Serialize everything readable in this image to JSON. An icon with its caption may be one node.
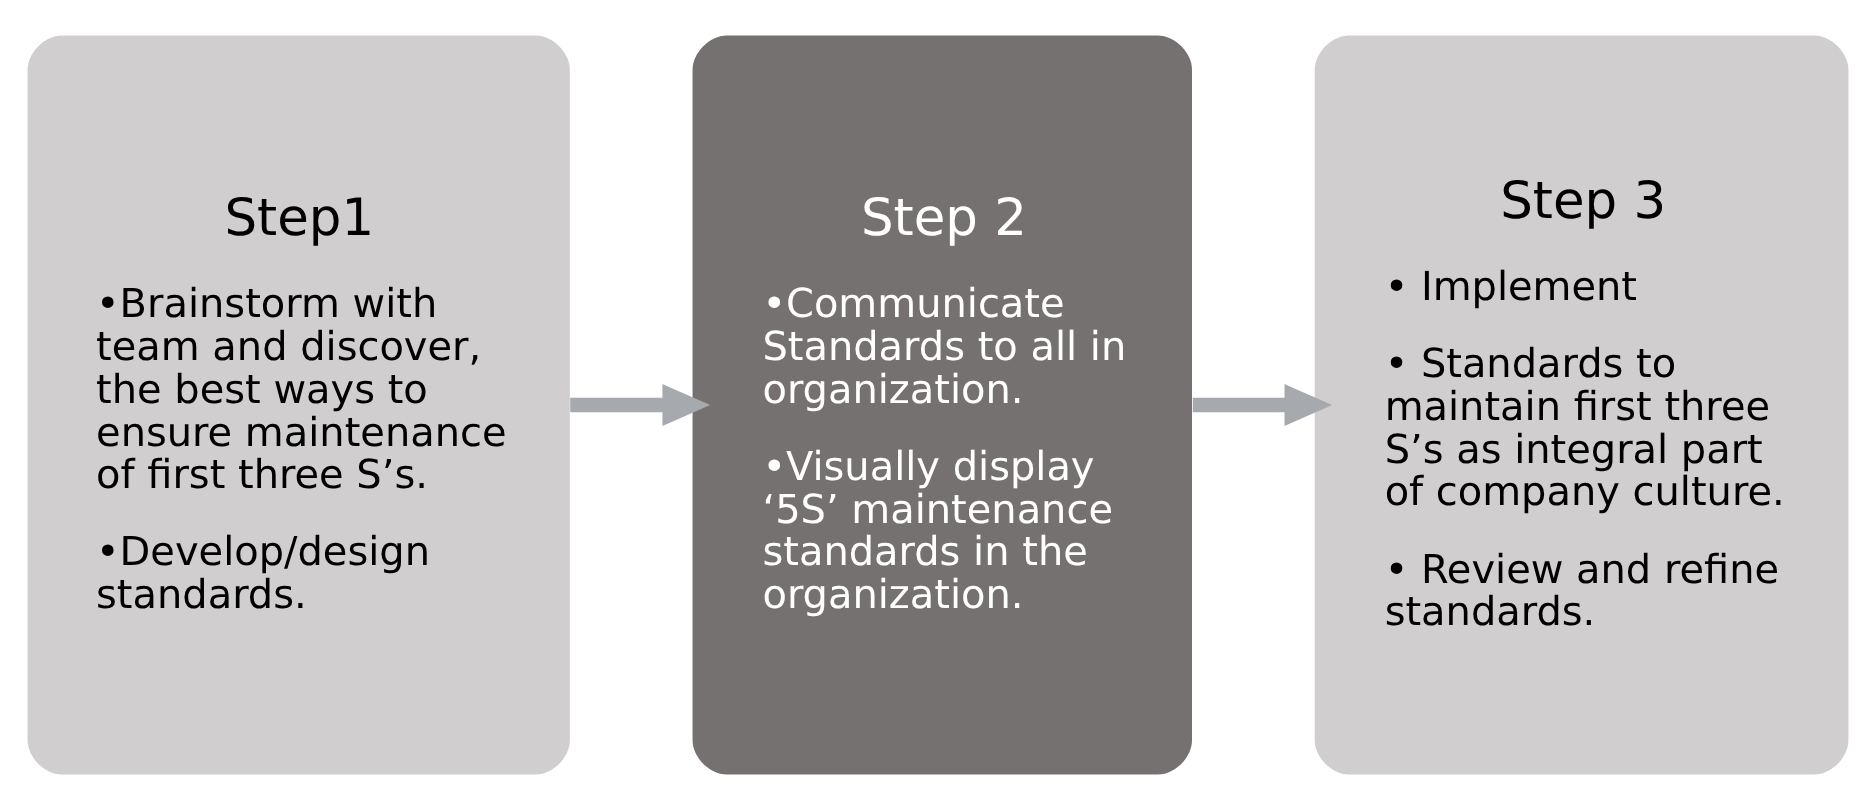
{
  "diagram": {
    "nodes": [
      {
        "text": [
          "Step1",
          "•Brainstorm with team and discover, the best ways to ensure maintenance of first three S’s.",
          "•Develop/design standards."
        ]
      },
      {
        "text": [
          "Step 2",
          "•Communicate Standards to all in organization.",
          "•Visually display ‘5S’ maintenance standards in the organization."
        ]
      },
      {
        "text": [
          "Step 3",
          "• Implement",
          "• Standards to maintain first three S’s as integral part of company culture.",
          "• Review and refine standards."
        ]
      }
    ],
    "edges": [
      {
        "from": 0,
        "to": 1,
        "arrow": "to"
      },
      {
        "from": 1,
        "to": 2,
        "arrow": "to"
      }
    ]
  }
}
